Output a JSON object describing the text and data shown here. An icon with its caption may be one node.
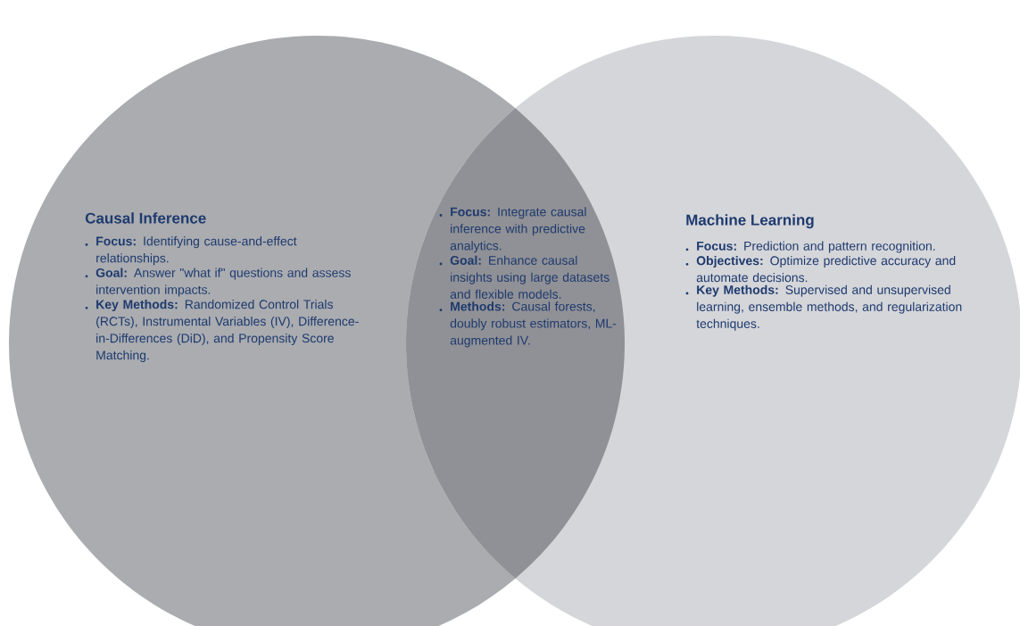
{
  "diagram": {
    "nodes": [
      {
        "text": [
          "Causal Inference",
          "**Focus:** Identifying cause-and-effect relationships.",
          "**Goal:** Answer \"what if\" questions and assess intervention impacts.",
          "**Key Methods:** Randomized Control Trials (RCTs), Instrumental Variables (IV), Difference-in-Differences (DiD), and Propensity Score Matching."
        ]
      },
      {
        "text": [
          "**Focus:** Integrate causal inference with predictive analytics.",
          "**Goal:** Enhance causal insights using large datasets and flexible models.",
          "**Methods:** Causal forests, doubly robust estimators, ML-augmented IV."
        ]
      },
      {
        "text": [
          "Machine Learning",
          "**Focus:** Prediction and pattern recognition.",
          "**Objectives:** Optimize predictive accuracy and automate decisions.",
          "**Key Methods:** Supervised and unsupervised learning, ensemble methods, and regularization techniques."
        ]
      }
    ]
  }
}
